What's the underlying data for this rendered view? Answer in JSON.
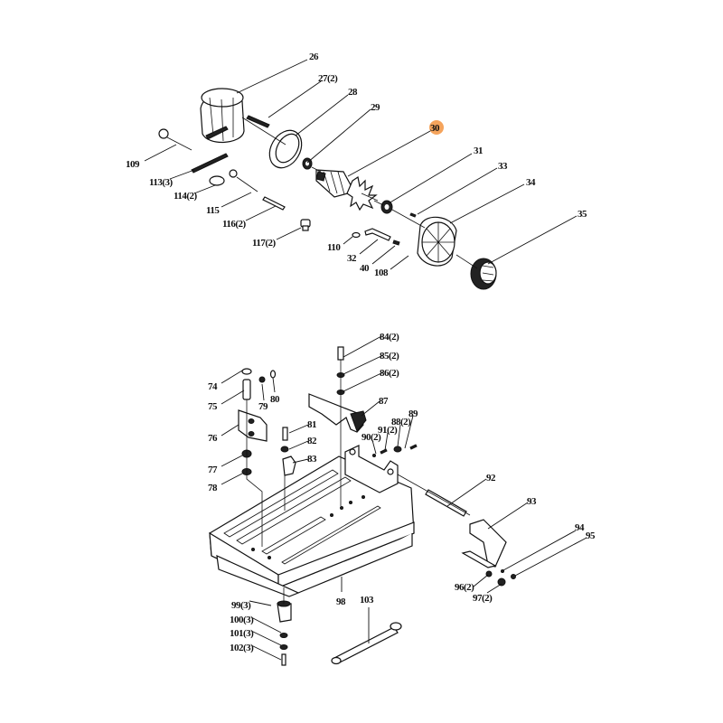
{
  "title": "Exploded parts diagram",
  "highlight_color": "#f5a45c",
  "highlighted_part": "30",
  "motor_labels": {
    "p26": "26",
    "p27": "27(2)",
    "p28": "28",
    "p29": "29",
    "p30": "30",
    "p31": "31",
    "p33": "33",
    "p34": "34",
    "p35": "35",
    "p109": "109",
    "p113": "113(3)",
    "p114": "114(2)",
    "p115": "115",
    "p116": "116(2)",
    "p117": "117(2)",
    "p110": "110",
    "p32": "32",
    "p40": "40",
    "p108": "108"
  },
  "base_labels": {
    "p74": "74",
    "p75": "75",
    "p76": "76",
    "p77": "77",
    "p78": "78",
    "p79": "79",
    "p80": "80",
    "p81": "81",
    "p82": "82",
    "p83": "83",
    "p84": "84(2)",
    "p85": "85(2)",
    "p86": "86(2)",
    "p87": "87",
    "p88": "88(2)",
    "p89": "89",
    "p90": "90(2)",
    "p91": "91(2)",
    "p92": "92",
    "p93": "93",
    "p94": "94",
    "p95": "95",
    "p96": "96(2)",
    "p97": "97(2)",
    "p98": "98",
    "p99": "99(3)",
    "p100": "100(3)",
    "p101": "101(3)",
    "p102": "102(3)",
    "p103": "103"
  }
}
